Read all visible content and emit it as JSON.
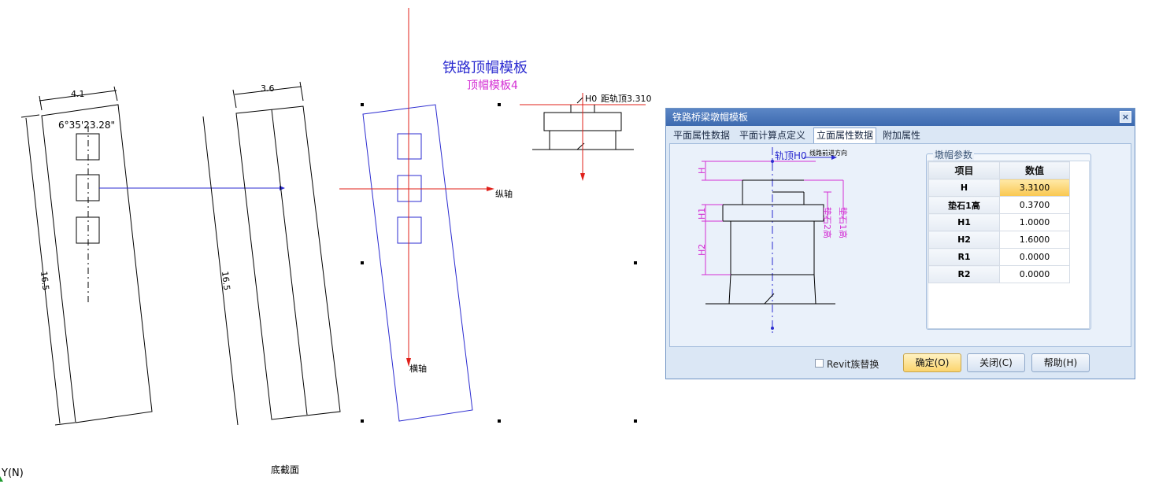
{
  "drawing": {
    "title": "铁路顶帽模板",
    "subtitle": "顶帽模板4",
    "dim_width_left": "4.1",
    "dim_angle": "6°35'23.28\"",
    "dim_height_left": "16.5",
    "dim_width_mid": "3.6",
    "dim_height_mid": "16.5",
    "axis_long": "纵轴",
    "axis_trans": "横轴",
    "h0_label": "H0",
    "dist_label": "距轨顶3.310",
    "bottom_label": "底截面",
    "yn_label": "Y(N)"
  },
  "dialog": {
    "title": "铁路桥梁墩帽模板",
    "close_glyph": "×",
    "tabs": [
      "平面属性数据",
      "平面计算点定义",
      "立面属性数据",
      "附加属性"
    ],
    "active_tab": 2,
    "diagram": {
      "rail_top": "轨顶H0",
      "direction": "线路前进方向",
      "label_h": "H",
      "label_h1": "H1",
      "label_h2": "H2",
      "label_pad2": "垫石2高",
      "label_pad1": "垫石1高"
    },
    "group_title": "墩帽参数",
    "table": {
      "headers": [
        "项目",
        "数值"
      ],
      "rows": [
        {
          "name": "H",
          "value": "3.3100"
        },
        {
          "name": "垫石1高",
          "value": "0.3700"
        },
        {
          "name": "H1",
          "value": "1.0000"
        },
        {
          "name": "H2",
          "value": "1.6000"
        },
        {
          "name": "R1",
          "value": "0.0000"
        },
        {
          "name": "R2",
          "value": "0.0000"
        }
      ]
    },
    "checkbox_label": "Revit族替换",
    "ok_button": "确定(O)",
    "close_button": "关闭(C)",
    "help_button": "帮助(H)"
  }
}
